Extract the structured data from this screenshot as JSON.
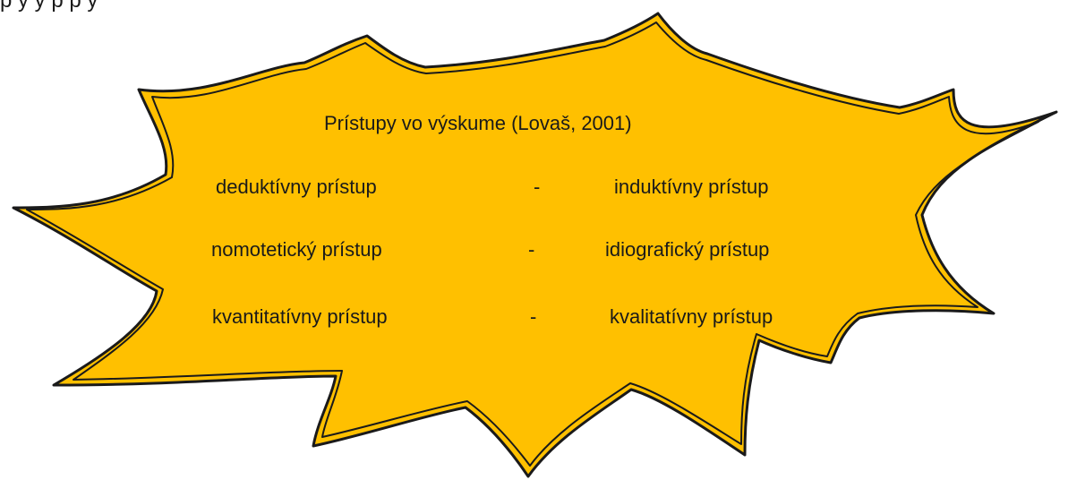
{
  "header_fragment": "p                                                                                                                    y                                    y  p    p  y",
  "diagram": {
    "colors": {
      "fill": "#FFC000",
      "outline": "#1a1a1a"
    },
    "title": "Prístupy vo výskume (Lovaš, 2001)",
    "pairs": [
      {
        "left": "deduktívny prístup",
        "separator": "-",
        "right": "induktívny prístup"
      },
      {
        "left": "nomotetický prístup",
        "separator": "-",
        "right": "idiografický prístup"
      },
      {
        "left": "kvantitatívny prístup",
        "separator": "-",
        "right": "kvalitatívny prístup"
      }
    ]
  }
}
